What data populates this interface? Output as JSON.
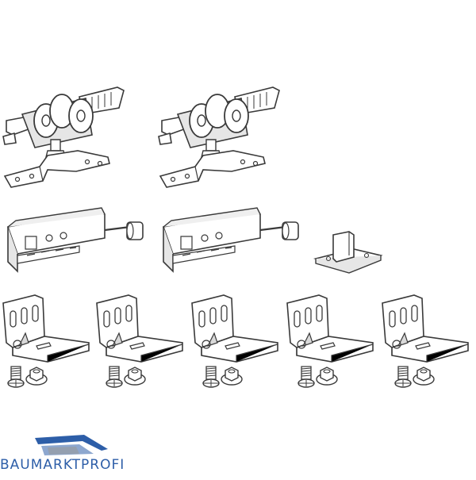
{
  "image": {
    "description_kind": "product-parts-illustration",
    "stroke_color": "#3a3a3a",
    "fill_color": "#ffffff",
    "shade_color": "#d9d9d9"
  },
  "parts": {
    "rollers": {
      "count": 2,
      "icon": "roller-carriage"
    },
    "dampers": {
      "count": 2,
      "icon": "soft-close-damper"
    },
    "guide": {
      "count": 1,
      "icon": "floor-guide"
    },
    "brackets": {
      "count": 5,
      "icon": "angle-bracket"
    },
    "screws": {
      "count": 5,
      "icon": "screw"
    },
    "nuts": {
      "count": 5,
      "icon": "flange-nut"
    }
  },
  "brand": {
    "name": "BAUMARKTPROFI",
    "primary_color": "#2d5ea8",
    "secondary_color": "#8da7cf",
    "accent_color": "#9a9a9a"
  }
}
